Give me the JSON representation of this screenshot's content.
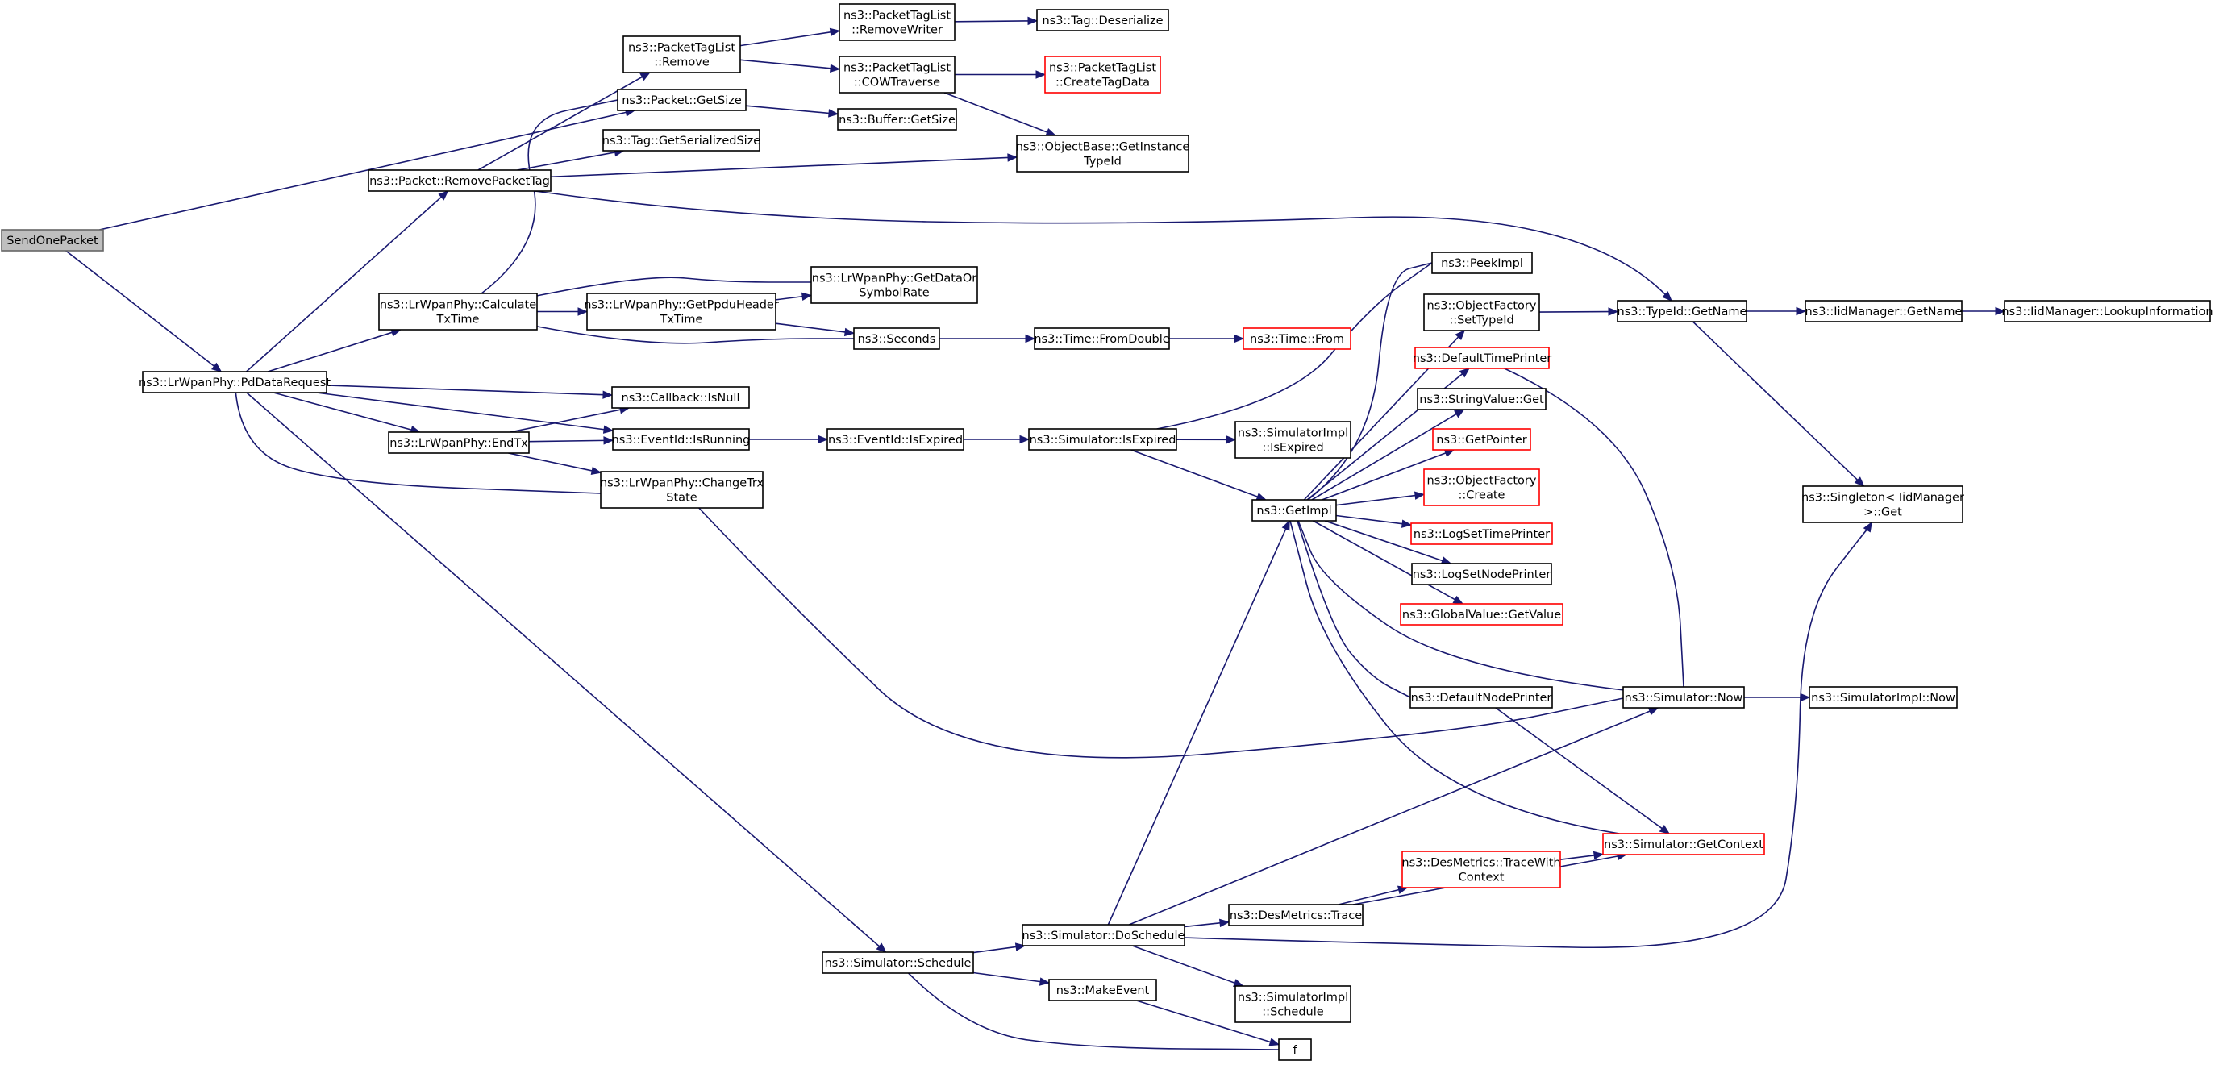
{
  "colors": {
    "edge": "#191970",
    "incomplete_node_border": "#ff0000",
    "root_fill": "#bfbfbf"
  },
  "nodes": [
    {
      "id": "sendonepacket",
      "lines": [
        "SendOnePacket"
      ],
      "style": "root"
    },
    {
      "id": "pdatarequest",
      "lines": [
        "ns3::LrWpanPhy::PdDataRequest"
      ]
    },
    {
      "id": "removepackettag",
      "lines": [
        "ns3::Packet::RemovePacketTag"
      ]
    },
    {
      "id": "calculatetxtime",
      "lines": [
        "ns3::LrWpanPhy::Calculate",
        "TxTime"
      ]
    },
    {
      "id": "endtx",
      "lines": [
        "ns3::LrWpanPhy::EndTx"
      ]
    },
    {
      "id": "schedule",
      "lines": [
        "ns3::Simulator::Schedule"
      ]
    },
    {
      "id": "pkttaglist-remove",
      "lines": [
        "ns3::PacketTagList",
        "::Remove"
      ]
    },
    {
      "id": "packet-getsize",
      "lines": [
        "ns3::Packet::GetSize"
      ]
    },
    {
      "id": "tag-getserializedsize",
      "lines": [
        "ns3::Tag::GetSerializedSize"
      ]
    },
    {
      "id": "callback-isnull",
      "lines": [
        "ns3::Callback::IsNull"
      ]
    },
    {
      "id": "eventid-isrunning",
      "lines": [
        "ns3::EventId::IsRunning"
      ]
    },
    {
      "id": "changetrxstate",
      "lines": [
        "ns3::LrWpanPhy::ChangeTrx",
        "State"
      ]
    },
    {
      "id": "getppduheadertxtime",
      "lines": [
        "ns3::LrWpanPhy::GetPpduHeader",
        "TxTime"
      ]
    },
    {
      "id": "removewriter",
      "lines": [
        "ns3::PacketTagList",
        "::RemoveWriter"
      ]
    },
    {
      "id": "cowtraverse",
      "lines": [
        "ns3::PacketTagList",
        "::COWTraverse"
      ]
    },
    {
      "id": "buffer-getsize",
      "lines": [
        "ns3::Buffer::GetSize"
      ]
    },
    {
      "id": "getdataorsymbolrate",
      "lines": [
        "ns3::LrWpanPhy::GetDataOr",
        "SymbolRate"
      ]
    },
    {
      "id": "seconds",
      "lines": [
        "ns3::Seconds"
      ]
    },
    {
      "id": "eventid-isexpired",
      "lines": [
        "ns3::EventId::IsExpired"
      ]
    },
    {
      "id": "doschedule",
      "lines": [
        "ns3::Simulator::DoSchedule"
      ]
    },
    {
      "id": "makeevent",
      "lines": [
        "ns3::MakeEvent"
      ]
    },
    {
      "id": "f",
      "lines": [
        "f"
      ]
    },
    {
      "id": "tag-deserialize",
      "lines": [
        "ns3::Tag::Deserialize"
      ]
    },
    {
      "id": "createtagdata",
      "lines": [
        "ns3::PacketTagList",
        "::CreateTagData"
      ],
      "style": "red"
    },
    {
      "id": "getinstancetypeid",
      "lines": [
        "ns3::ObjectBase::GetInstance",
        "TypeId"
      ]
    },
    {
      "id": "time-fromdouble",
      "lines": [
        "ns3::Time::FromDouble"
      ]
    },
    {
      "id": "time-from",
      "lines": [
        "ns3::Time::From"
      ],
      "style": "red"
    },
    {
      "id": "simulator-isexpired",
      "lines": [
        "ns3::Simulator::IsExpired"
      ]
    },
    {
      "id": "simulatorimpl-isexpired",
      "lines": [
        "ns3::SimulatorImpl",
        "::IsExpired"
      ]
    },
    {
      "id": "getimpl",
      "lines": [
        "ns3::GetImpl"
      ]
    },
    {
      "id": "simulatorimpl-schedule",
      "lines": [
        "ns3::SimulatorImpl",
        "::Schedule"
      ]
    },
    {
      "id": "desmetrics-trace",
      "lines": [
        "ns3::DesMetrics::Trace"
      ]
    },
    {
      "id": "tracewithcontext",
      "lines": [
        "ns3::DesMetrics::TraceWith",
        "Context"
      ],
      "style": "red"
    },
    {
      "id": "peekimpl",
      "lines": [
        "ns3::PeekImpl"
      ]
    },
    {
      "id": "objectfactory-settypeid",
      "lines": [
        "ns3::ObjectFactory",
        "::SetTypeId"
      ]
    },
    {
      "id": "defaulttimeprinter",
      "lines": [
        "ns3::DefaultTimePrinter"
      ],
      "style": "red"
    },
    {
      "id": "stringvalue-get",
      "lines": [
        "ns3::StringValue::Get"
      ]
    },
    {
      "id": "getpointer",
      "lines": [
        "ns3::GetPointer"
      ],
      "style": "red"
    },
    {
      "id": "objectfactory-create",
      "lines": [
        "ns3::ObjectFactory",
        "::Create"
      ],
      "style": "red"
    },
    {
      "id": "logsettimeprinter",
      "lines": [
        "ns3::LogSetTimePrinter"
      ],
      "style": "red"
    },
    {
      "id": "logsetnodeprinter",
      "lines": [
        "ns3::LogSetNodePrinter"
      ]
    },
    {
      "id": "globalvalue-getvalue",
      "lines": [
        "ns3::GlobalValue::GetValue"
      ],
      "style": "red"
    },
    {
      "id": "defaultnodeprinter",
      "lines": [
        "ns3::DefaultNodePrinter"
      ]
    },
    {
      "id": "simulator-now",
      "lines": [
        "ns3::Simulator::Now"
      ]
    },
    {
      "id": "simulator-getcontext",
      "lines": [
        "ns3::Simulator::GetContext"
      ],
      "style": "red"
    },
    {
      "id": "typeid-getname",
      "lines": [
        "ns3::TypeId::GetName"
      ]
    },
    {
      "id": "iidmanager-getname",
      "lines": [
        "ns3::IidManager::GetName"
      ]
    },
    {
      "id": "lookupinformation",
      "lines": [
        "ns3::IidManager::LookupInformation"
      ]
    },
    {
      "id": "singleton-get",
      "lines": [
        "ns3::Singleton< IidManager",
        ">::Get"
      ]
    },
    {
      "id": "simulatorimpl-now",
      "lines": [
        "ns3::SimulatorImpl::Now"
      ]
    }
  ]
}
